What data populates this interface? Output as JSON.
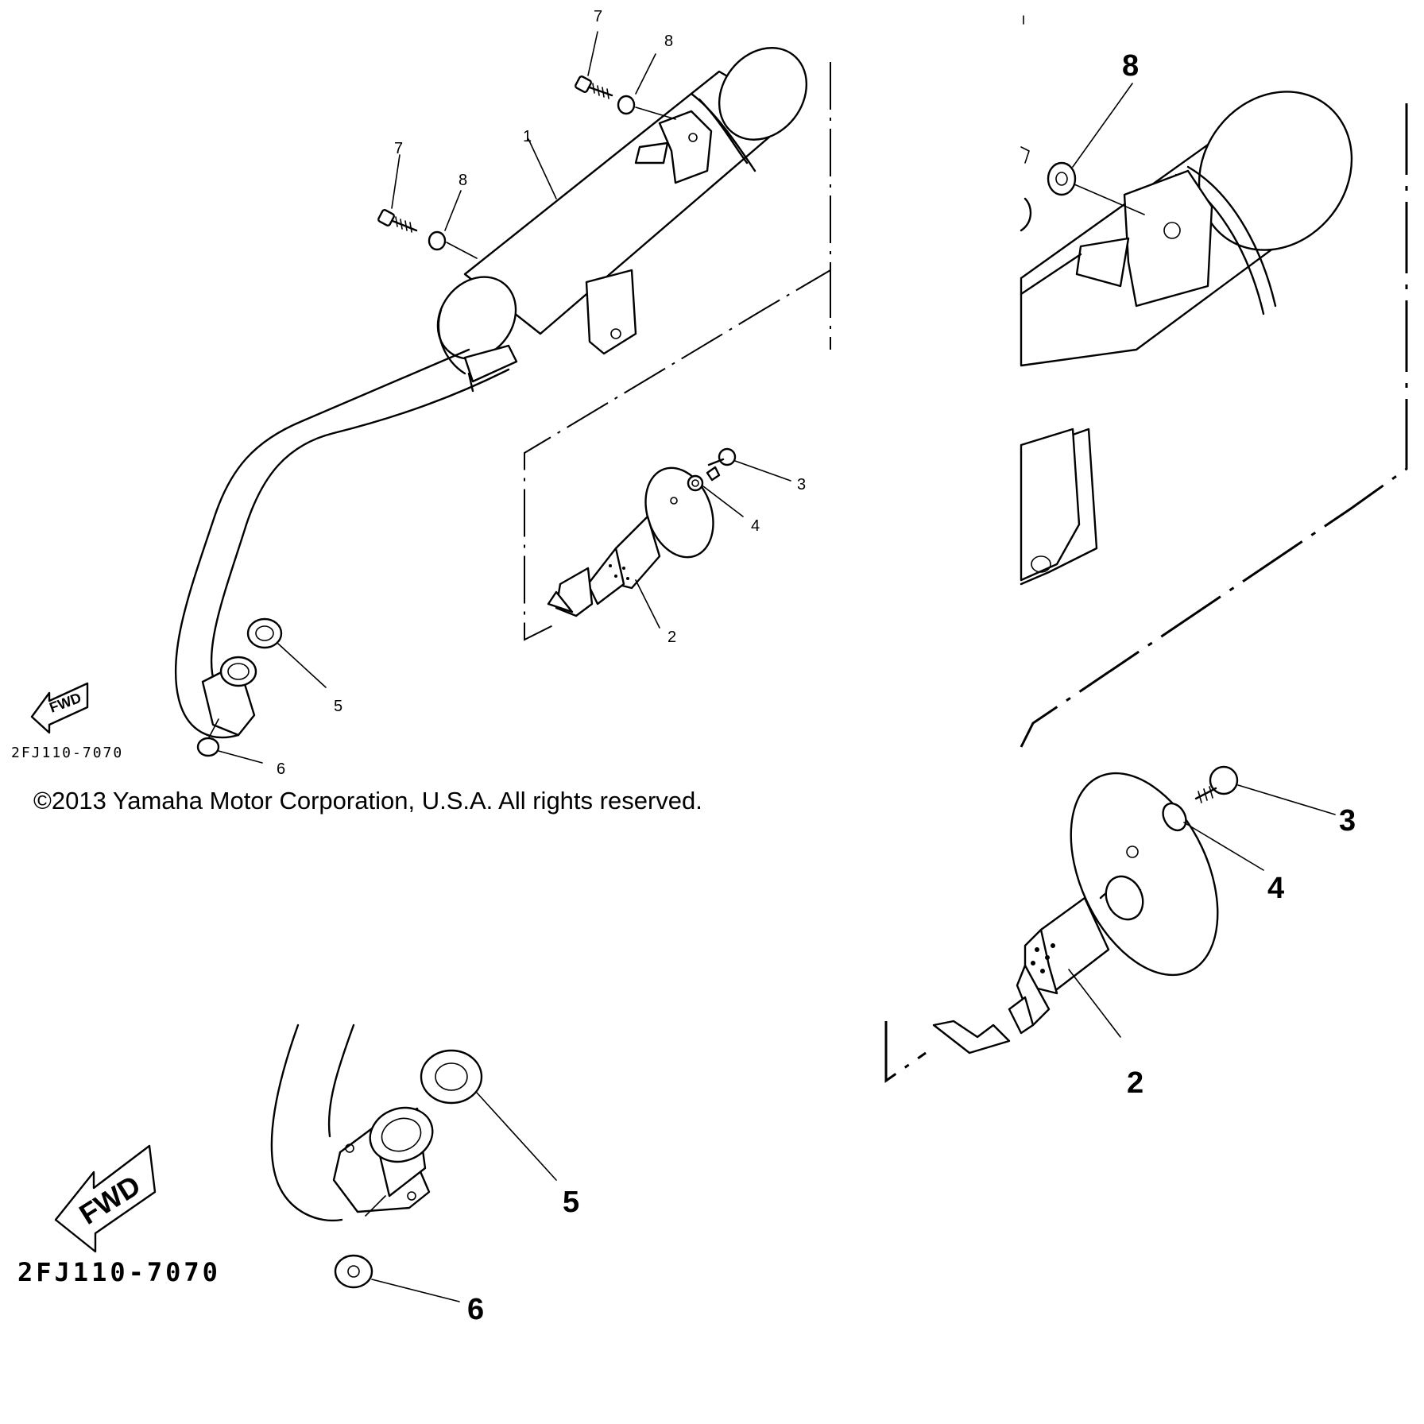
{
  "part_code": "2FJ110-7070",
  "fwd_label": "FWD",
  "copyright": "©2013 Yamaha Motor Corporation, U.S.A. All rights reserved.",
  "callouts": {
    "muffler": "1",
    "spark_arrester": "2",
    "screw": "3",
    "washer_small": "4",
    "gasket": "5",
    "nut": "6",
    "bolt": "7",
    "washer": "8"
  }
}
